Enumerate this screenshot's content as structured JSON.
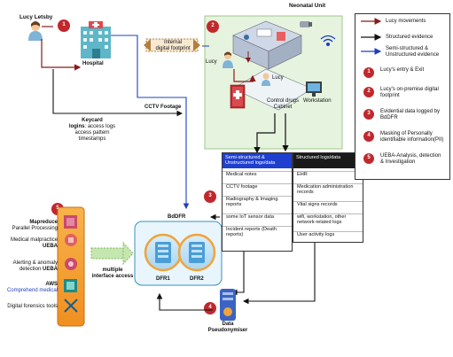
{
  "title": "Neonatal Unit",
  "person": "Lucy Letsby",
  "hospital": "Hospital",
  "footprint": {
    "line1": "Internal",
    "line2": "digital footprint"
  },
  "lucy_unit": "Lucy",
  "lucy_room": "Lucy",
  "cabinet": {
    "line1": "Control drugs",
    "line2": "Cabinet"
  },
  "workstation": "Workstation",
  "cctv": "CCTV Footage",
  "keycard": {
    "bold": "Keycard",
    "bold2": "logins",
    "rest": ": access logs",
    "line3": "access pattern",
    "line4": "timestamps"
  },
  "bddfr": "BdDFR",
  "dfr1": "DFR1",
  "dfr2": "DFR2",
  "multi": {
    "line1": "multiple",
    "line2": "interface access"
  },
  "pseudo": {
    "line1": "Data",
    "line2": "Pseudonymiser"
  },
  "steps": {
    "s1": "1",
    "s2": "2",
    "s3": "3",
    "s4": "4",
    "s5": "5"
  },
  "semi": {
    "header": "Semi-structured & Unstructured logs/data",
    "items": [
      "Medical notes",
      "CCTV footage",
      "Radiography & Imaging reports",
      "some IoT sensor data",
      "Incident reports (Death reports)"
    ]
  },
  "structured": {
    "header": "Structured logs/data",
    "items": [
      "EHR",
      "Medication administration records",
      "Vital signs records",
      "wifi, workstation, other network-related logs",
      "User activity logs"
    ]
  },
  "tools": [
    {
      "bold": "Mapreduce",
      "rest": "Parallel Processing"
    },
    {
      "bold": "",
      "rest": "Medical malpractice",
      "bold2": "UEBA"
    },
    {
      "bold": "",
      "rest": "Alerting & anomaly",
      "rest2": "detection",
      "bold2": "UEBA"
    },
    {
      "bold": "AWS",
      "rest": "Comprehend medical"
    },
    {
      "bold": "",
      "rest": "Digital forensics tools"
    }
  ],
  "legend": {
    "items": [
      {
        "num": "",
        "label": "Lucy movements",
        "color": "#8b1a1a"
      },
      {
        "num": "",
        "label": "Structured evidence",
        "color": "#111111"
      },
      {
        "num": "",
        "label": "Semi-structured & Unstructured evidence",
        "color": "#1f3fbf"
      },
      {
        "num": "1",
        "label": "Lucy's entry & Exit"
      },
      {
        "num": "2",
        "label": "Lucy's on-premise digital footprint"
      },
      {
        "num": "3",
        "label": "Evidential data logged by BdDFR"
      },
      {
        "num": "4",
        "label": "Masking of Personally identifiable information(PII)"
      },
      {
        "num": "5",
        "label": "UEBA-Analysis, detection & Investigation"
      }
    ]
  },
  "colors": {
    "accent_red": "#c0282d",
    "blue": "#1f3fbf",
    "dark": "#1a1a1a",
    "semi_header": "#1f3fcf",
    "green_bg": "#e6f3de",
    "orange": "#f4a23c"
  }
}
